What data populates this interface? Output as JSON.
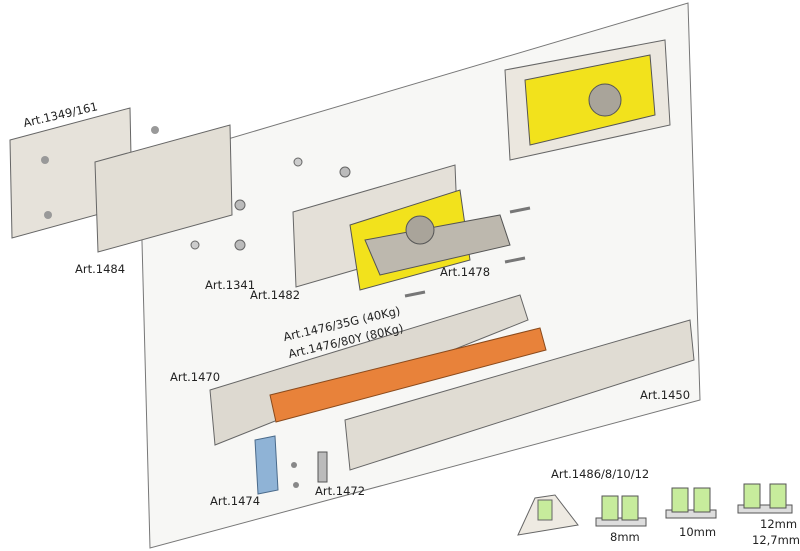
{
  "labels": {
    "art_1349": "Art.1349/161",
    "art_1484": "Art.1484",
    "art_1341": "Art.1341",
    "art_1482": "Art.1482",
    "art_1478": "Art.1478",
    "art_1476_35g": "Art.1476/35G (40Kg)",
    "art_1476_80y": "Art.1476/80Y (80Kg)",
    "art_1470": "Art.1470",
    "art_1450": "Art.1450",
    "art_1474": "Art.1474",
    "art_1472": "Art.1472",
    "art_1486": "Art.1486/8/10/12"
  },
  "sizes": [
    "8mm",
    "10mm",
    "12mm",
    "12,7mm"
  ],
  "colors": {
    "damper_yellow": "#f2e21c",
    "damper_orange": "#e8823a",
    "clip_green": "#c7ec9c",
    "stopper_blue": "#8fb3d6",
    "metal": "#dcd8cf"
  }
}
